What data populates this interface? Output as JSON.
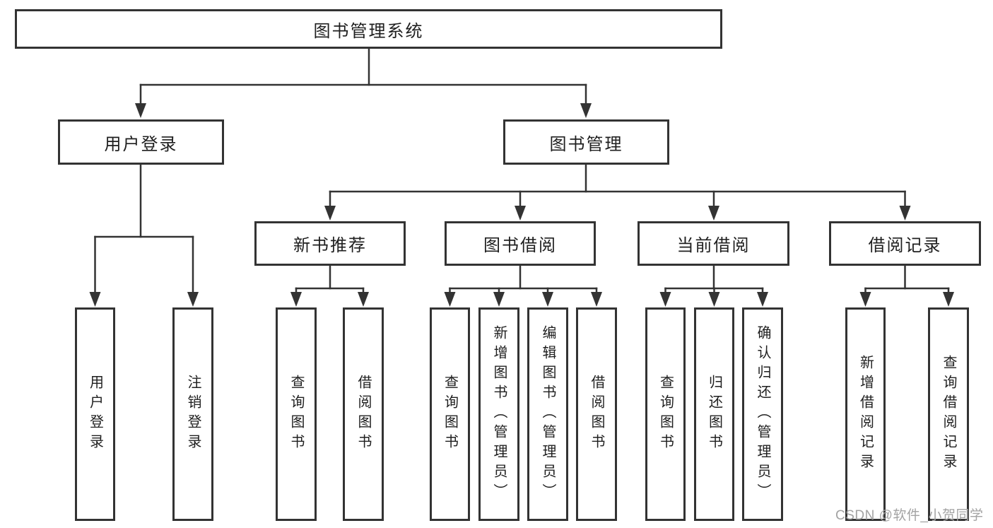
{
  "colors": {
    "line": "#333333",
    "box_border": "#333333",
    "text": "#1f1f1f",
    "background": "#ffffff",
    "watermark": "#a3a3a3"
  },
  "diagram": {
    "type": "hierarchy-tree",
    "root": {
      "label": "图书管理系统"
    },
    "level2": [
      {
        "label": "用户登录"
      },
      {
        "label": "图书管理"
      }
    ],
    "level3": [
      {
        "label": "新书推荐",
        "parent": "图书管理"
      },
      {
        "label": "图书借阅",
        "parent": "图书管理"
      },
      {
        "label": "当前借阅",
        "parent": "图书管理"
      },
      {
        "label": "借阅记录",
        "parent": "图书管理"
      }
    ],
    "leaves": [
      {
        "label": "用户登录",
        "parent": "用户登录"
      },
      {
        "label": "注销登录",
        "parent": "用户登录"
      },
      {
        "label": "查询图书",
        "parent": "新书推荐"
      },
      {
        "label": "借阅图书",
        "parent": "新书推荐"
      },
      {
        "label": "查询图书",
        "parent": "图书借阅"
      },
      {
        "label": "新增图书（管理员）",
        "parent": "图书借阅"
      },
      {
        "label": "编辑图书（管理员）",
        "parent": "图书借阅"
      },
      {
        "label": "借阅图书",
        "parent": "图书借阅"
      },
      {
        "label": "查询图书",
        "parent": "当前借阅"
      },
      {
        "label": "归还图书",
        "parent": "当前借阅"
      },
      {
        "label": "确认归还（管理员）",
        "parent": "当前借阅"
      },
      {
        "label": "新增借阅记录",
        "parent": "借阅记录"
      },
      {
        "label": "查询借阅记录",
        "parent": "借阅记录"
      }
    ]
  },
  "watermark": {
    "text": "CSDN @软件_小贺同学"
  }
}
